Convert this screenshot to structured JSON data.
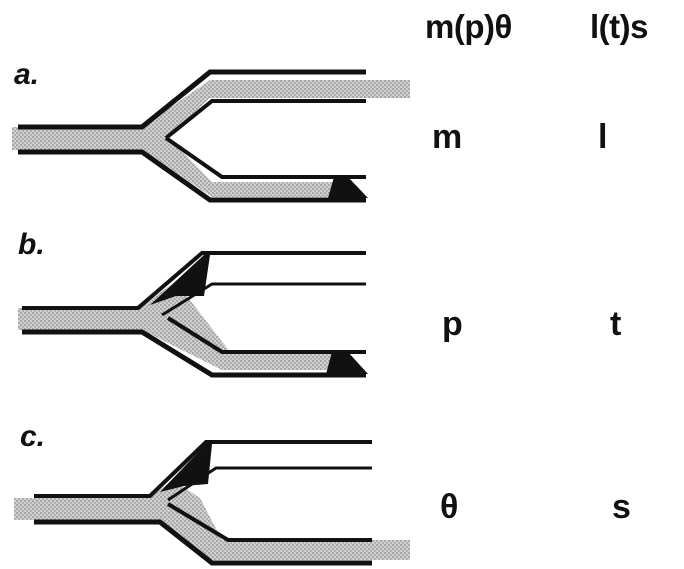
{
  "header": {
    "col1": "m(p)θ",
    "col2": "l(t)s"
  },
  "rows": [
    {
      "letter": "a.",
      "col1": "m",
      "col2": "l"
    },
    {
      "letter": "b.",
      "col1": "p",
      "col2": "t"
    },
    {
      "letter": "c.",
      "col1": "θ",
      "col2": "s"
    }
  ],
  "colors": {
    "ink": "#111111",
    "stipple": "#c8c8c8"
  }
}
